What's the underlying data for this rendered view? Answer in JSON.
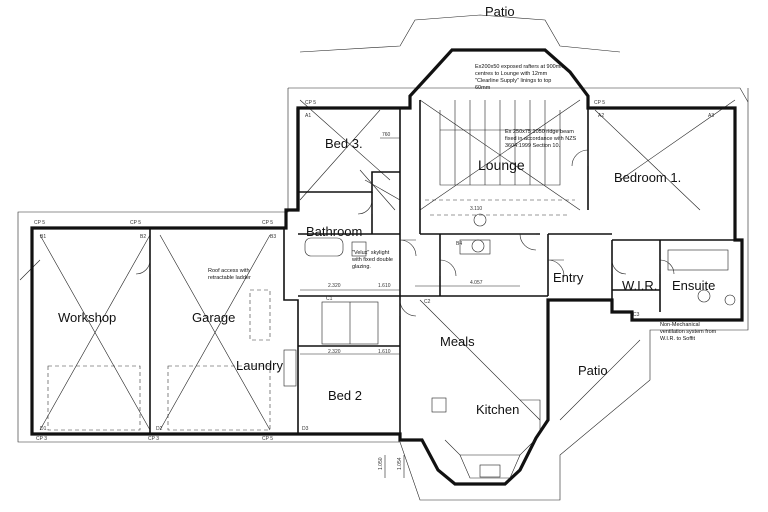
{
  "rooms": {
    "patio_top": "Patio",
    "patio_right": "Patio",
    "bed3": "Bed 3.",
    "lounge": "Lounge",
    "bedroom1": "Bedroom 1.",
    "bathroom": "Bathroom",
    "workshop": "Workshop",
    "garage": "Garage",
    "laundry": "Laundry",
    "bed2": "Bed 2",
    "meals": "Meals",
    "kitchen": "Kitchen",
    "entry": "Entry",
    "wir": "W.I.R.",
    "ensuite": "Ensuite"
  },
  "notes": {
    "rafters": [
      "Ex200x50 exposed rafters at 900mm",
      "centres to Lounge with 12mm",
      "\"Clearline Supply\" linings to top",
      "60mm"
    ],
    "ridge": [
      "Ex 250x75 1050 ridge beam",
      "fixed in accordance with NZS",
      "3604:1999 Section 10."
    ],
    "skylight": [
      "\"Velux\" skylight",
      "with fixed double",
      "glazing."
    ],
    "roof_access": [
      "Roof access with",
      "retractable ladder"
    ],
    "ventilation": [
      "Non-Mechanical",
      "ventilation system from",
      "W.I.R. to Soffit"
    ]
  },
  "dims": {
    "d2320a": "2.320",
    "d1610a": "1.610",
    "d2320b": "2.320",
    "d1610b": "1.610",
    "d4057": "4.057",
    "d760": "760",
    "d3110": "3.110",
    "d1050": "1.050",
    "d1054": "1.054"
  },
  "markers": {
    "cp5": "CP 5",
    "cp3": "CP 3",
    "a1": "A1",
    "a2": "A2",
    "a3": "A3",
    "b1": "B1",
    "b2": "B2",
    "b3": "B3",
    "b4": "B4",
    "c1": "C1",
    "c2": "C2",
    "c3": "C3",
    "d1": "D1",
    "d2": "D2",
    "d3": "D3"
  }
}
